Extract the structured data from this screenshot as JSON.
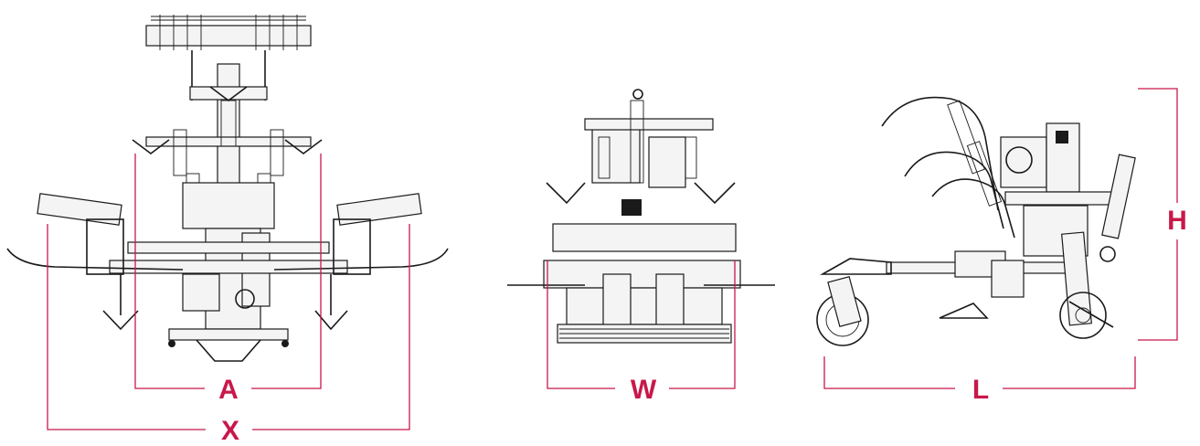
{
  "views": {
    "top": {
      "dimensions": {
        "inner": "A",
        "outer": "X"
      }
    },
    "front": {
      "dimensions": {
        "width": "W"
      }
    },
    "side": {
      "dimensions": {
        "length": "L",
        "height": "H"
      }
    }
  },
  "colors": {
    "dimension": "#c8184a",
    "machine": "#1a1a1a",
    "background": "#ffffff"
  }
}
